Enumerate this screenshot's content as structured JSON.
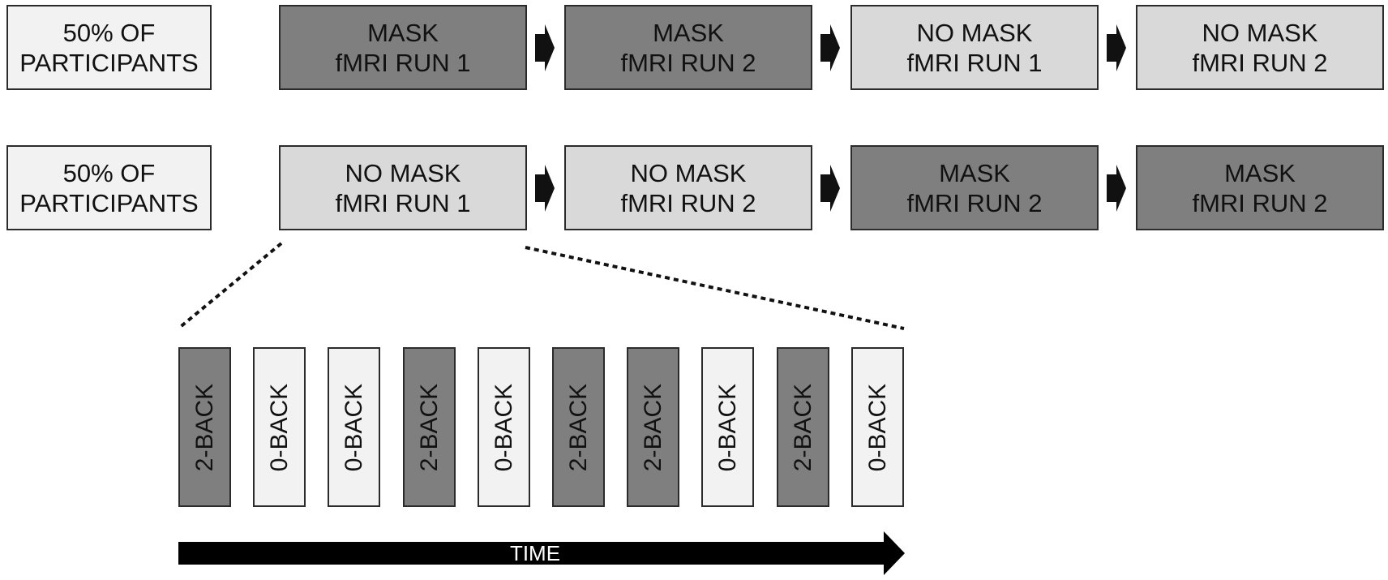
{
  "rows": [
    {
      "group_label": [
        "50% OF",
        "PARTICIPANTS"
      ],
      "steps": [
        {
          "line1": "MASK",
          "line2": "fMRI RUN 1",
          "shade": "dark"
        },
        {
          "line1": "MASK",
          "line2": "fMRI RUN 2",
          "shade": "dark"
        },
        {
          "line1": "NO MASK",
          "line2": "fMRI RUN 1",
          "shade": "mid"
        },
        {
          "line1": "NO MASK",
          "line2": "fMRI RUN 2",
          "shade": "mid"
        }
      ]
    },
    {
      "group_label": [
        "50% OF",
        "PARTICIPANTS"
      ],
      "steps": [
        {
          "line1": "NO MASK",
          "line2": "fMRI RUN 1",
          "shade": "mid"
        },
        {
          "line1": "NO MASK",
          "line2": "fMRI RUN 2",
          "shade": "mid"
        },
        {
          "line1": "MASK",
          "line2": "fMRI RUN 2",
          "shade": "dark"
        },
        {
          "line1": "MASK",
          "line2": "fMRI RUN 2",
          "shade": "dark"
        }
      ]
    }
  ],
  "blocks": [
    {
      "label": "2-BACK",
      "shade": "dark"
    },
    {
      "label": "0-BACK",
      "shade": "light"
    },
    {
      "label": "0-BACK",
      "shade": "light"
    },
    {
      "label": "2-BACK",
      "shade": "dark"
    },
    {
      "label": "0-BACK",
      "shade": "light"
    },
    {
      "label": "2-BACK",
      "shade": "dark"
    },
    {
      "label": "2-BACK",
      "shade": "dark"
    },
    {
      "label": "0-BACK",
      "shade": "light"
    },
    {
      "label": "2-BACK",
      "shade": "dark"
    },
    {
      "label": "0-BACK",
      "shade": "light"
    }
  ],
  "time_label": "TIME",
  "colors": {
    "dark": "#7f7f7f",
    "mid": "#d9d9d9",
    "light": "#f2f2f2",
    "border": "#2b2b2b"
  }
}
